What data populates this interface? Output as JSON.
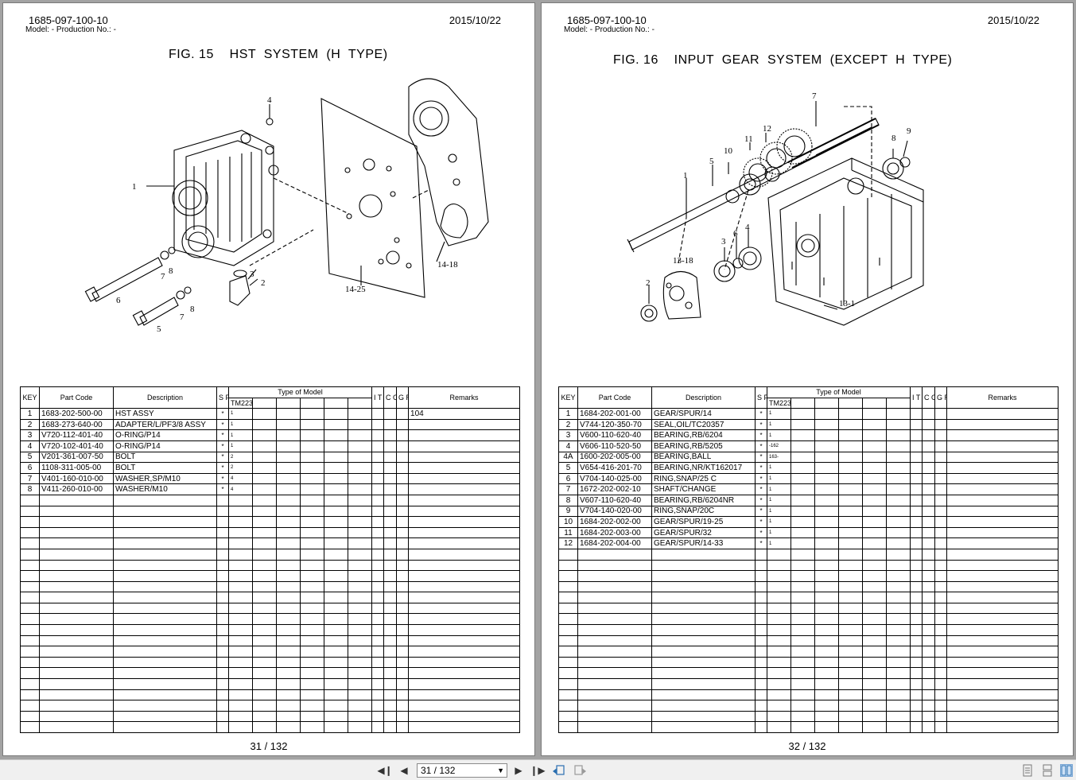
{
  "left_page": {
    "doc_code": "1685-097-100-10",
    "model_line": "Model: -  Production No.: -",
    "date": "2015/10/22",
    "fig_title": "FIG. 15    HST  SYSTEM  (H  TYPE)",
    "page_number": "31 / 132",
    "callouts": [
      "4",
      "1",
      "8",
      "7",
      "6",
      "7",
      "8",
      "5",
      "3",
      "2",
      "14-25",
      "14-18"
    ],
    "rows": [
      {
        "key": "1",
        "code": "1683-202-500-00",
        "desc": "HST              ASSY",
        "spc": "*",
        "qty": "1",
        "remarks": "104"
      },
      {
        "key": "2",
        "code": "1683-273-640-00",
        "desc": "ADAPTER/L/PF3/8 ASSY",
        "spc": "*",
        "qty": "1",
        "remarks": ""
      },
      {
        "key": "3",
        "code": "V720-112-401-40",
        "desc": "O-RING/P14",
        "spc": "*",
        "qty": "1",
        "remarks": ""
      },
      {
        "key": "4",
        "code": "V720-102-401-40",
        "desc": "O-RING/P14",
        "spc": "*",
        "qty": "1",
        "remarks": ""
      },
      {
        "key": "5",
        "code": "V201-361-007-50",
        "desc": "BOLT",
        "spc": "*",
        "qty": "2",
        "remarks": ""
      },
      {
        "key": "6",
        "code": "1108-311-005-00",
        "desc": "BOLT",
        "spc": "*",
        "qty": "2",
        "remarks": ""
      },
      {
        "key": "7",
        "code": "V401-160-010-00",
        "desc": "WASHER,SP/M10",
        "spc": "*",
        "qty": "4",
        "remarks": ""
      },
      {
        "key": "8",
        "code": "V411-260-010-00",
        "desc": "WASHER/M10",
        "spc": "*",
        "qty": "4",
        "remarks": ""
      }
    ]
  },
  "right_page": {
    "doc_code": "1685-097-100-10",
    "model_line": "Model: -  Production No.: -",
    "date": "2015/10/22",
    "fig_title": "FIG. 16    INPUT  GEAR  SYSTEM  (EXCEPT  H  TYPE)",
    "page_number": "32 / 132",
    "callouts": [
      "7",
      "12",
      "11",
      "10",
      "5",
      "9",
      "8",
      "4",
      "6",
      "3",
      "13-18",
      "2",
      "13-1"
    ],
    "rows": [
      {
        "key": "1",
        "code": "1684-202-001-00",
        "desc": "GEAR/SPUR/14",
        "spc": "*",
        "qty": "1",
        "remarks": ""
      },
      {
        "key": "2",
        "code": "V744-120-350-70",
        "desc": "SEAL,OIL/TC20357",
        "spc": "*",
        "qty": "1",
        "remarks": ""
      },
      {
        "key": "3",
        "code": "V600-110-620-40",
        "desc": "BEARING,RB/6204",
        "spc": "*",
        "qty": "1",
        "remarks": ""
      },
      {
        "key": "4",
        "code": "V606-110-520-50",
        "desc": "BEARING,RB/5205",
        "spc": "*",
        "qty": "-162",
        "remarks": ""
      },
      {
        "key": "4A",
        "code": "1600-202-005-00",
        "desc": "BEARING,BALL",
        "spc": "*",
        "qty": "163-",
        "remarks": ""
      },
      {
        "key": "5",
        "code": "V654-416-201-70",
        "desc": "BEARING,NR/KT162017",
        "spc": "*",
        "qty": "1",
        "remarks": ""
      },
      {
        "key": "6",
        "code": "V704-140-025-00",
        "desc": "RING,SNAP/25 C",
        "spc": "*",
        "qty": "1",
        "remarks": ""
      },
      {
        "key": "7",
        "code": "1672-202-002-10",
        "desc": "SHAFT/CHANGE",
        "spc": "*",
        "qty": "1",
        "remarks": ""
      },
      {
        "key": "8",
        "code": "V607-110-620-40",
        "desc": "BEARING,RB/6204NR",
        "spc": "*",
        "qty": "1",
        "remarks": ""
      },
      {
        "key": "9",
        "code": "V704-140-020-00",
        "desc": "RING,SNAP/20C",
        "spc": "*",
        "qty": "1",
        "remarks": ""
      },
      {
        "key": "10",
        "code": "1684-202-002-00",
        "desc": "GEAR/SPUR/19-25",
        "spc": "*",
        "qty": "1",
        "remarks": ""
      },
      {
        "key": "11",
        "code": "1684-202-003-00",
        "desc": "GEAR/SPUR/32",
        "spc": "*",
        "qty": "1",
        "remarks": ""
      },
      {
        "key": "12",
        "code": "1684-202-004-00",
        "desc": "GEAR/SPUR/14-33",
        "spc": "*",
        "qty": "1",
        "remarks": ""
      }
    ]
  },
  "table_headers": {
    "key": "KEY",
    "part_code": "Part Code",
    "description": "Description",
    "spc": "S P C",
    "type_of_model": "Type of Model",
    "model_col": "TM223",
    "itc": "I T C",
    "col": "C O L",
    "grp": "G R P",
    "remarks": "Remarks"
  },
  "toolbar": {
    "page_select_value": "31 / 132",
    "icons": [
      "first-page-icon",
      "prev-page-icon",
      "next-page-icon",
      "last-page-icon",
      "history-back-icon",
      "history-forward-icon",
      "single-page-view-icon",
      "continuous-view-icon",
      "facing-pages-view-icon"
    ]
  },
  "colors": {
    "viewer_bg": "#a3a3a3",
    "toolbar_bg": "#f0f0f0",
    "page_bg": "#ffffff"
  }
}
